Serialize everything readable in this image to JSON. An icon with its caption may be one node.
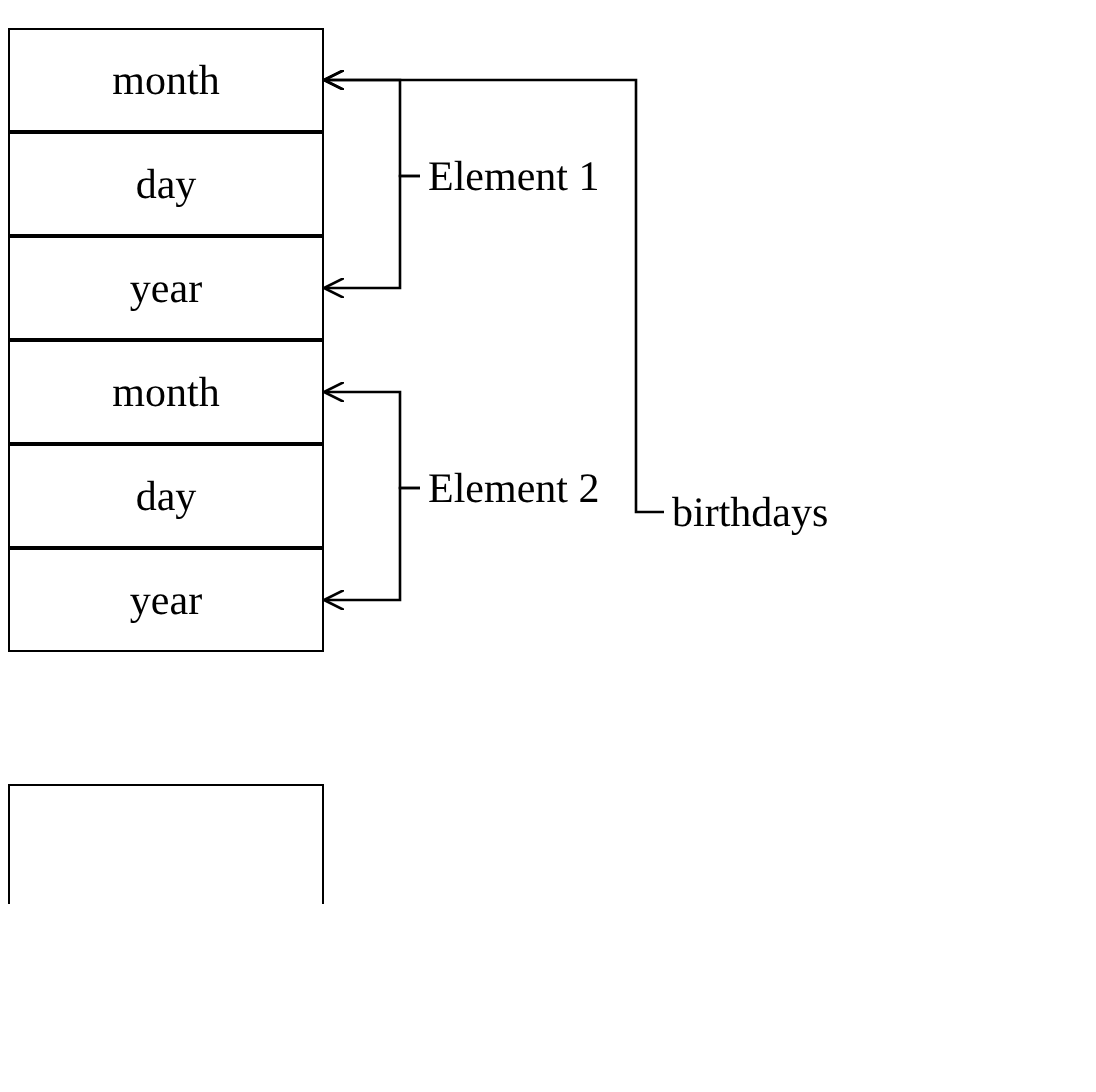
{
  "diagram": {
    "nodes": [
      {
        "text": [
          "month"
        ]
      },
      {
        "text": [
          "day"
        ]
      },
      {
        "text": [
          "year"
        ]
      },
      {
        "text": [
          "month"
        ]
      },
      {
        "text": [
          "day"
        ]
      },
      {
        "text": [
          "year"
        ]
      },
      {
        "text": [],
        "shape": "box"
      },
      {
        "text": [
          "Element 1"
        ]
      },
      {
        "text": [
          "Element 2"
        ]
      },
      {
        "text": [
          "birthdays"
        ]
      }
    ],
    "edges": [
      {
        "from": 7,
        "to": 0,
        "arrow": "to"
      },
      {
        "from": 7,
        "to": 2,
        "arrow": "to"
      },
      {
        "from": 8,
        "to": 3,
        "arrow": "to"
      },
      {
        "from": 8,
        "to": 5,
        "arrow": "to"
      },
      {
        "from": 9,
        "to": 0,
        "arrow": "to"
      }
    ]
  }
}
